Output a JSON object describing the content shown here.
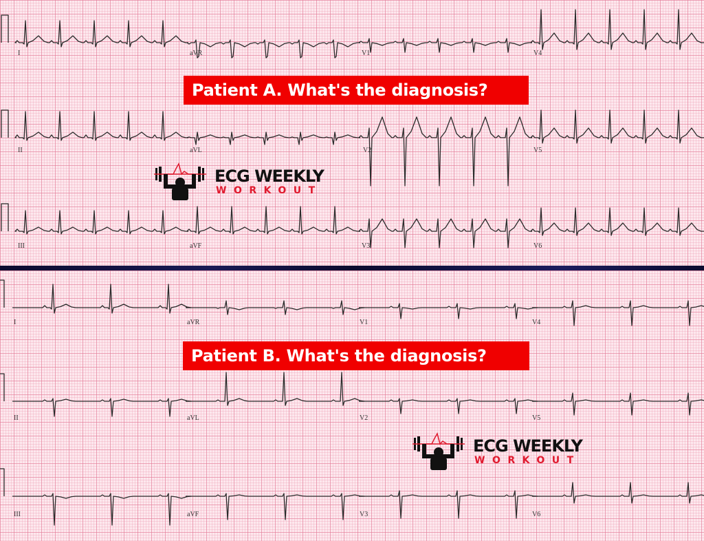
{
  "patient_a": {
    "banner": "Patient A. What's the diagnosis?",
    "leads": {
      "I": "I",
      "aVR": "aVR",
      "V1": "V1",
      "V4": "V4",
      "II": "II",
      "aVL": "aVL",
      "V2": "V2",
      "V5": "V5",
      "III": "III",
      "aVF": "aVF",
      "V3": "V3",
      "V6": "V6"
    },
    "rhythm": "sinus tachycardia, ~5 beats per lead column"
  },
  "patient_b": {
    "banner": "Patient B. What's the diagnosis?",
    "leads": {
      "I": "I",
      "aVR": "aVR",
      "V1": "V1",
      "V4": "V4",
      "II": "II",
      "aVL": "aVL",
      "V2": "V2",
      "V5": "V5",
      "III": "III",
      "aVF": "aVF",
      "V3": "V3",
      "V6": "V6"
    },
    "rhythm": "~3 beats per lead column"
  },
  "logo": {
    "title": "ECG WEEKLY",
    "subtitle": "WORKOUT",
    "accent_color": "#e01a2e"
  },
  "colors": {
    "banner_bg": "#f00000",
    "banner_text": "#ffffff",
    "grid_bg": "#fde8ee",
    "separator": "#0b0b2e",
    "trace": "#2b2b2b"
  }
}
